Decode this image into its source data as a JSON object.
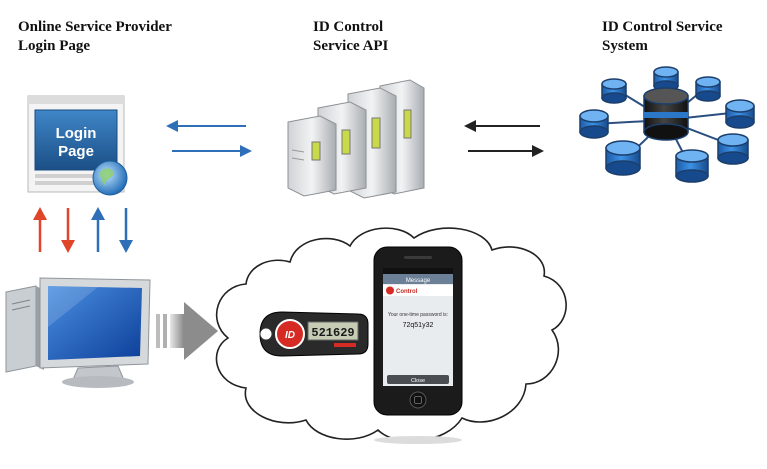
{
  "titles": {
    "provider": "Online Service Provider\nLogin Page",
    "api": "ID Control\nService API",
    "system": "ID Control Service\nSystem"
  },
  "login_window": {
    "line1": "Login",
    "line2": "Page"
  },
  "token": {
    "display": "521629",
    "brand": "ID"
  },
  "phone": {
    "header": "Message",
    "brand": "Control",
    "prompt": "Your one-time password is:",
    "otp": "72q51y32",
    "close_label": "Close"
  },
  "colors": {
    "arrow_blue": "#2e6fb8",
    "arrow_red": "#e0452a",
    "arrow_dark": "#222222",
    "db_blue": "#2b78c8",
    "login_blue": "#2a6aa8"
  }
}
